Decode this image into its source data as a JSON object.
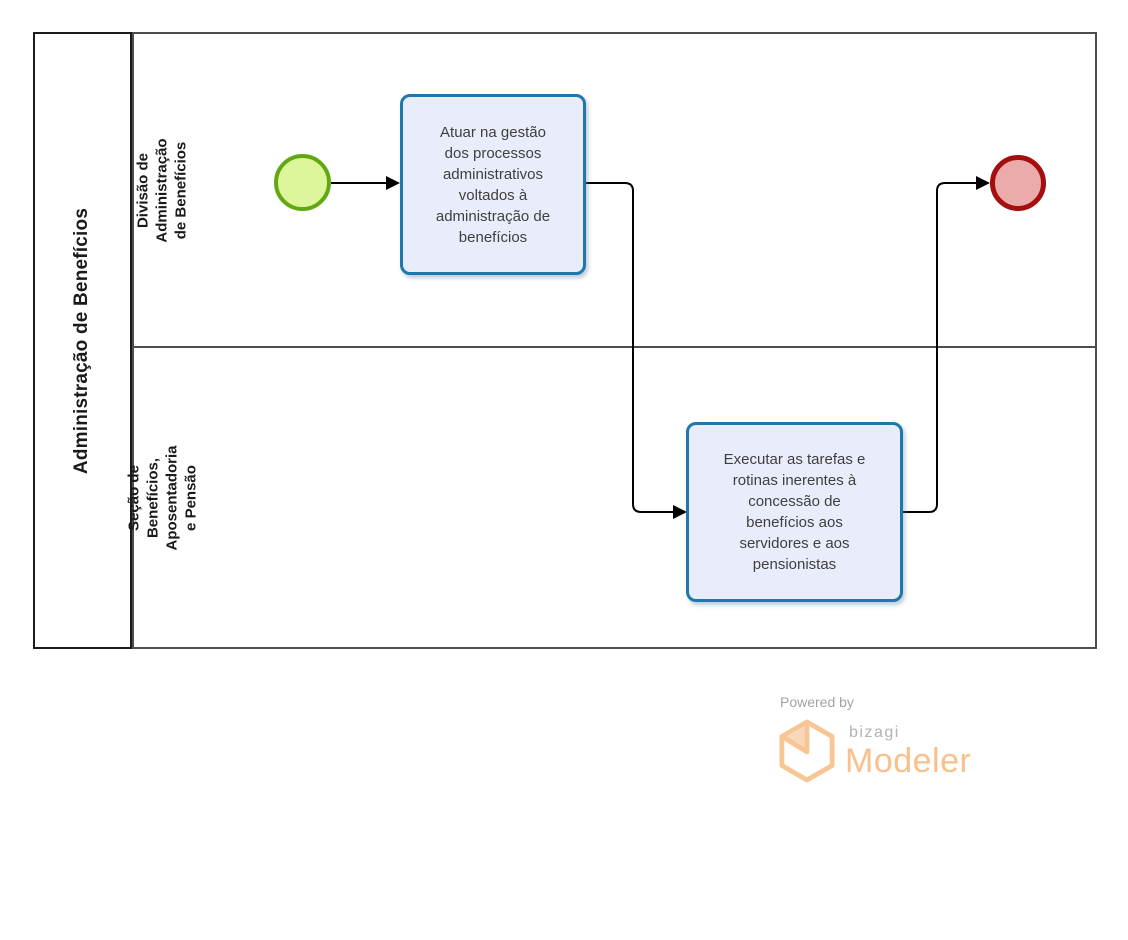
{
  "pool": {
    "title": "Administração de Benefícios",
    "lanes": [
      {
        "label": "Divisão de Administração de Benefícios"
      },
      {
        "label": "Seção de Benefícios, Aposentadoria e Pensão"
      }
    ]
  },
  "tasks": [
    {
      "label": "Atuar na gestão dos processos administrativos voltados à administração de benefícios"
    },
    {
      "label": "Executar as tarefas e rotinas inerentes à concessão de benefícios aos servidores e aos pensionistas"
    }
  ],
  "events": [
    {
      "name": "start-event",
      "fill": "#ddf69b",
      "stroke": "#61a812"
    },
    {
      "name": "end-event",
      "fill": "#ecabab",
      "stroke": "#a50e0e"
    }
  ],
  "flows": [
    {
      "from": "start-event",
      "to": "task-1"
    },
    {
      "from": "task-1",
      "to": "task-2"
    },
    {
      "from": "task-2",
      "to": "end-event"
    }
  ],
  "branding": {
    "powered_by": "Powered by",
    "brand": "bizagi",
    "product": "Modeler"
  },
  "colors": {
    "task_fill": "#e9edfb",
    "task_border": "#1d78ab",
    "task_text": "#3f3f3f",
    "pool_border": "#1b1b1b",
    "lane_border": "#4d4d4d",
    "connector": "#000000",
    "brand_orange": "#f8c08a",
    "brand_gray": "#b3b3b3",
    "powered_by_gray": "#a3a3a3"
  }
}
